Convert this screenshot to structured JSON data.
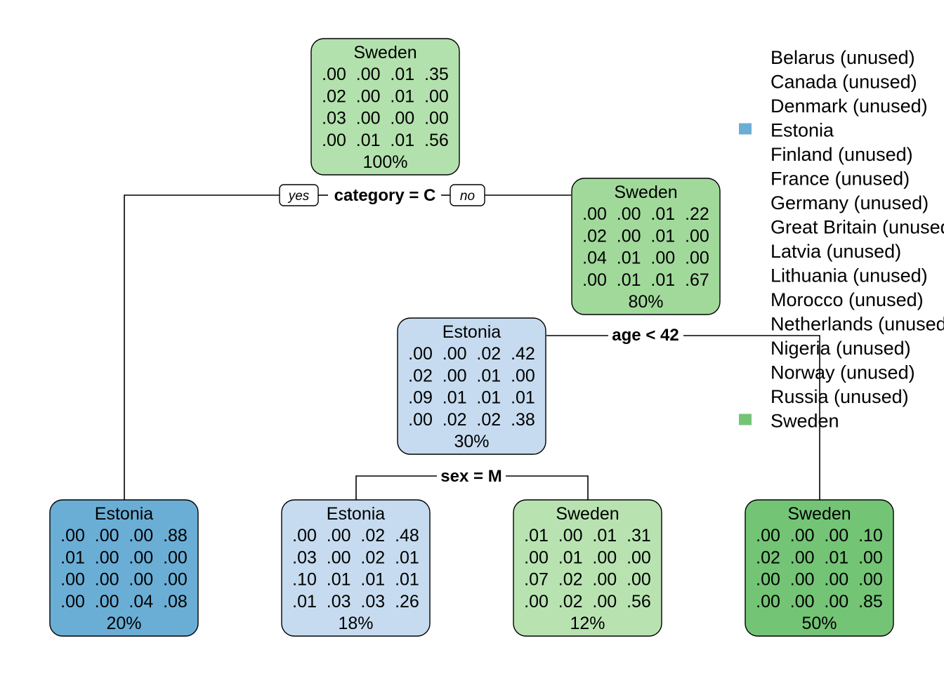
{
  "colors": {
    "estonia_dark": "#6aaed6",
    "estonia_light": "#c6dbef",
    "sweden_dark": "#74c476",
    "sweden_mid": "#a1d99b",
    "sweden_light": "#b3e1ad",
    "sweden_pale": "#b8e3b1",
    "legend_estonia": "#6aaed6",
    "legend_sweden": "#74c476"
  },
  "tree": {
    "root": {
      "label": "Sweden",
      "rows": [
        ".00  .00  .01  .35",
        ".02  .00  .01  .00",
        ".03  .00  .00  .00",
        ".00  .01  .01  .56"
      ],
      "pct": "100%"
    },
    "root_split": {
      "label": "category = C",
      "yes": "yes",
      "no": "no"
    },
    "n_right": {
      "label": "Sweden",
      "rows": [
        ".00  .00  .01  .22",
        ".02  .00  .01  .00",
        ".04  .01  .00  .00",
        ".00  .01  .01  .67"
      ],
      "pct": "80%"
    },
    "n_mid": {
      "label": "Estonia",
      "rows": [
        ".00  .00  .02  .42",
        ".02  .00  .01  .00",
        ".09  .01  .01  .01",
        ".00  .02  .02  .38"
      ],
      "pct": "30%"
    },
    "age_split": {
      "label": "age < 42"
    },
    "sex_split": {
      "label": "sex = M"
    },
    "leaf1": {
      "label": "Estonia",
      "rows": [
        ".00  .00  .00  .88",
        ".01  .00  .00  .00",
        ".00  .00  .00  .00",
        ".00  .00  .04  .08"
      ],
      "pct": "20%"
    },
    "leaf2": {
      "label": "Estonia",
      "rows": [
        ".00  .00  .02  .48",
        ".03  .00  .02  .01",
        ".10  .01  .01  .01",
        ".01  .03  .03  .26"
      ],
      "pct": "18%"
    },
    "leaf3": {
      "label": "Sweden",
      "rows": [
        ".01  .00  .01  .31",
        ".00  .01  .00  .00",
        ".07  .02  .00  .00",
        ".00  .02  .00  .56"
      ],
      "pct": "12%"
    },
    "leaf4": {
      "label": "Sweden",
      "rows": [
        ".00  .00  .00  .10",
        ".02  .00  .01  .00",
        ".00  .00  .00  .00",
        ".00  .00  .00  .85"
      ],
      "pct": "50%"
    }
  },
  "legend": {
    "items": [
      {
        "label": "Belarus (unused)",
        "swatch": ""
      },
      {
        "label": "Canada (unused)",
        "swatch": ""
      },
      {
        "label": "Denmark (unused)",
        "swatch": ""
      },
      {
        "label": "Estonia",
        "swatch": "#6aaed6"
      },
      {
        "label": "Finland (unused)",
        "swatch": ""
      },
      {
        "label": "France (unused)",
        "swatch": ""
      },
      {
        "label": "Germany (unused)",
        "swatch": ""
      },
      {
        "label": "Great Britain (unused)",
        "swatch": ""
      },
      {
        "label": "Latvia (unused)",
        "swatch": ""
      },
      {
        "label": "Lithuania (unused)",
        "swatch": ""
      },
      {
        "label": "Morocco (unused)",
        "swatch": ""
      },
      {
        "label": "Netherlands (unused)",
        "swatch": ""
      },
      {
        "label": "Nigeria (unused)",
        "swatch": ""
      },
      {
        "label": "Norway (unused)",
        "swatch": ""
      },
      {
        "label": "Russia (unused)",
        "swatch": ""
      },
      {
        "label": "Sweden",
        "swatch": "#74c476"
      }
    ]
  }
}
